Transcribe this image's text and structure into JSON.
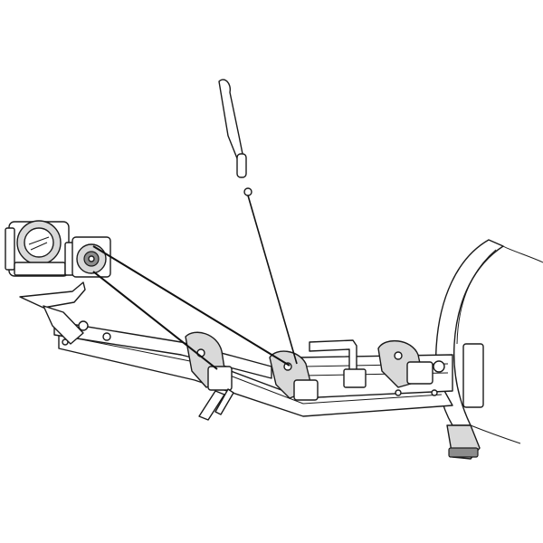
{
  "title": "",
  "colors": {
    "line": "#1a1a1a",
    "fill_light": "#d9d9d9",
    "fill_dark": "#8c8c8c",
    "background": "#ffffff"
  },
  "components": [
    {
      "id": "winch",
      "icon": "winch-motor-icon"
    },
    {
      "id": "cable-drum",
      "icon": "drum-icon"
    },
    {
      "id": "control-cable",
      "icon": "cable-icon"
    },
    {
      "id": "pull-handle",
      "icon": "handle-icon"
    },
    {
      "id": "lift-frame",
      "icon": "frame-icon"
    },
    {
      "id": "pulleys",
      "icon": "pulley-icon"
    },
    {
      "id": "latch-pin",
      "icon": "pin-icon"
    },
    {
      "id": "blade",
      "icon": "blade-icon"
    }
  ]
}
